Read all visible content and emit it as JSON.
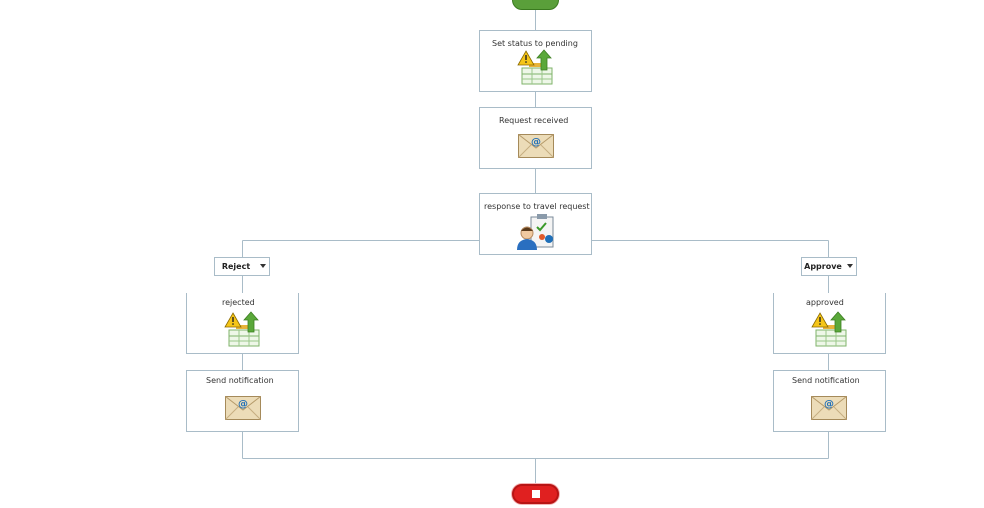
{
  "workflow": {
    "steps": {
      "set_status": {
        "label": "Set status to pending",
        "icon": "update-list-item-icon"
      },
      "request_received": {
        "label": "Request received",
        "icon": "email-icon"
      },
      "response": {
        "label": "response to travel request",
        "icon": "approval-task-icon"
      },
      "rejected": {
        "label": "rejected",
        "icon": "update-list-item-icon"
      },
      "reject_notify": {
        "label": "Send notification",
        "icon": "email-icon"
      },
      "approved": {
        "label": "approved",
        "icon": "update-list-item-icon"
      },
      "approve_notify": {
        "label": "Send notification",
        "icon": "email-icon"
      }
    },
    "branches": {
      "reject": "Reject",
      "approve": "Approve"
    },
    "colors": {
      "connector": "#a9bcc8",
      "start": "#5a9f3a",
      "end": "#e02020"
    }
  }
}
